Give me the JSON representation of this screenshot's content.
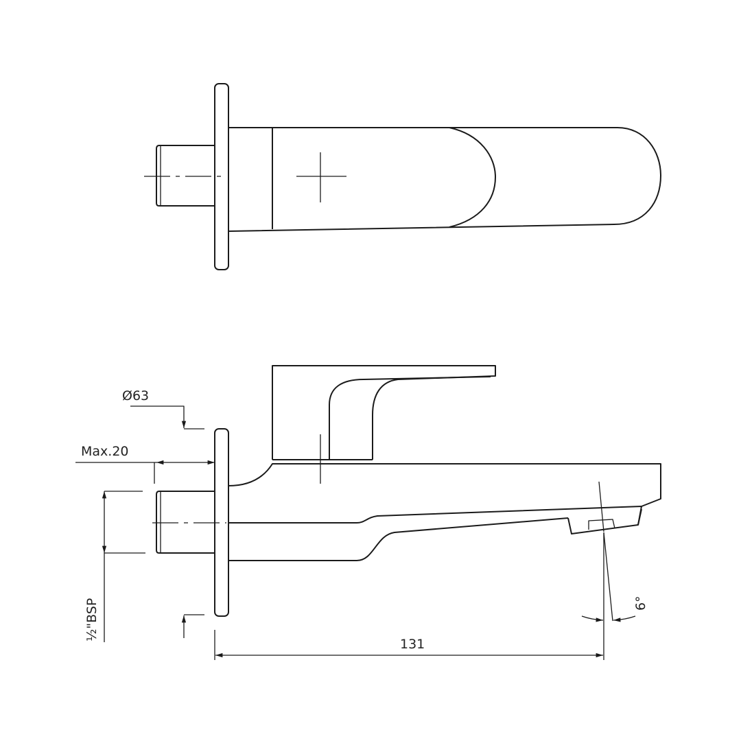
{
  "dimensions": {
    "flange_diameter": "Ø63",
    "max_depth": "Max.20",
    "thread": "½\"BSP",
    "length": "131",
    "spout_angle": "6°"
  },
  "colors": {
    "line": "#1a1a1a",
    "background": "#ffffff"
  }
}
